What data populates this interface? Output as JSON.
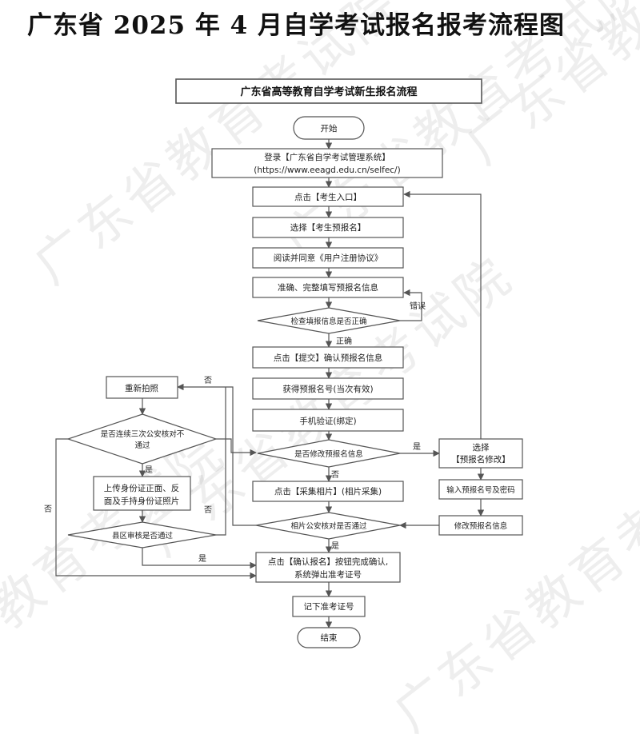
{
  "title": "广东省 2025 年 4 月自学考试报名报考流程图",
  "watermark": "广东省教育考试院",
  "header": "广东省高等教育自学考试新生报名流程",
  "nodes": {
    "start": "开始",
    "login_line1": "登录【广东省自学考试管理系统】",
    "login_line2": "(https://www.eeagd.edu.cn/selfec/)",
    "click_entry": "点击【考生入口】",
    "select_prereg": "选择【考生预报名】",
    "read_agree": "阅读并同意《用户注册协议》",
    "fill_info": "准确、完整填写预报名信息",
    "check_info": "检查填报信息是否正确",
    "submit": "点击【提交】确认预报名信息",
    "get_number": "获得预报名号(当次有效)",
    "phone_verify": "手机验证(绑定)",
    "modify_q": "是否修改预报名信息",
    "collect_photo": "点击【采集相片】(相片采集)",
    "photo_check": "相片公安核对是否通过",
    "confirm_line1": "点击【确认报名】按钮完成确认,",
    "confirm_line2": "系统弹出准考证号",
    "record": "记下准考证号",
    "end": "结束",
    "select_modify_line1": "选择",
    "select_modify_line2": "【预报名修改】",
    "input_number": "输入预报名号及密码",
    "modify_info": "修改预报名信息",
    "retake": "重新拍照",
    "three_times_line1": "是否连续三次公安核对不",
    "three_times_line2": "通过",
    "upload_line1": "上传身份证正面、反",
    "upload_line2": "面及手持身份证照片",
    "county_review": "县区审核是否通过"
  },
  "edge_labels": {
    "error": "错误",
    "correct": "正确",
    "yes": "是",
    "no": "否"
  }
}
